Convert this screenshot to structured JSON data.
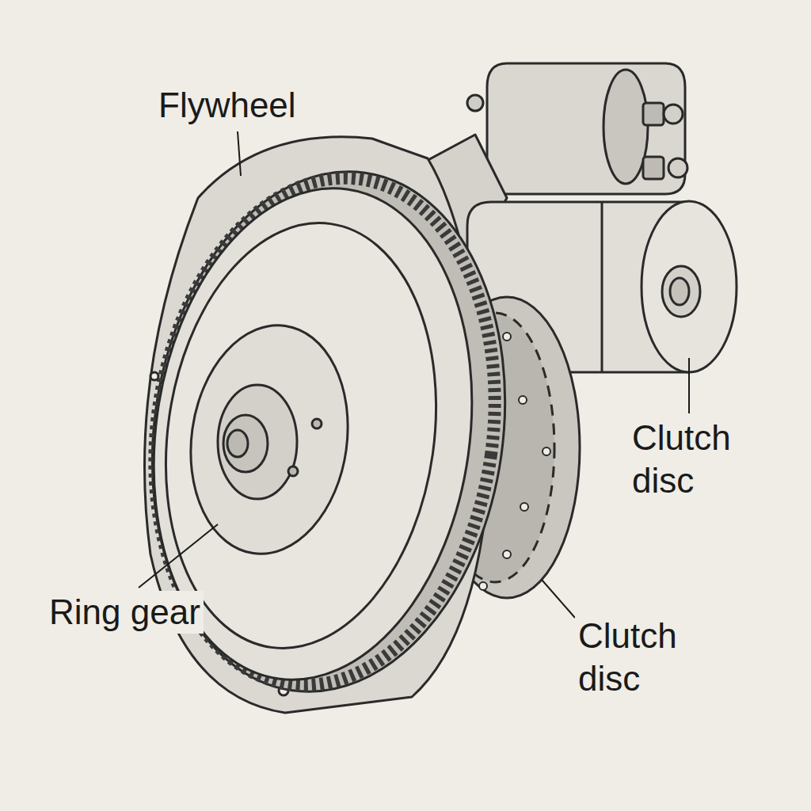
{
  "diagram": {
    "labels": [
      "Flywheel",
      "Clutch disc",
      "Ring gear",
      "Clutch disc"
    ]
  }
}
